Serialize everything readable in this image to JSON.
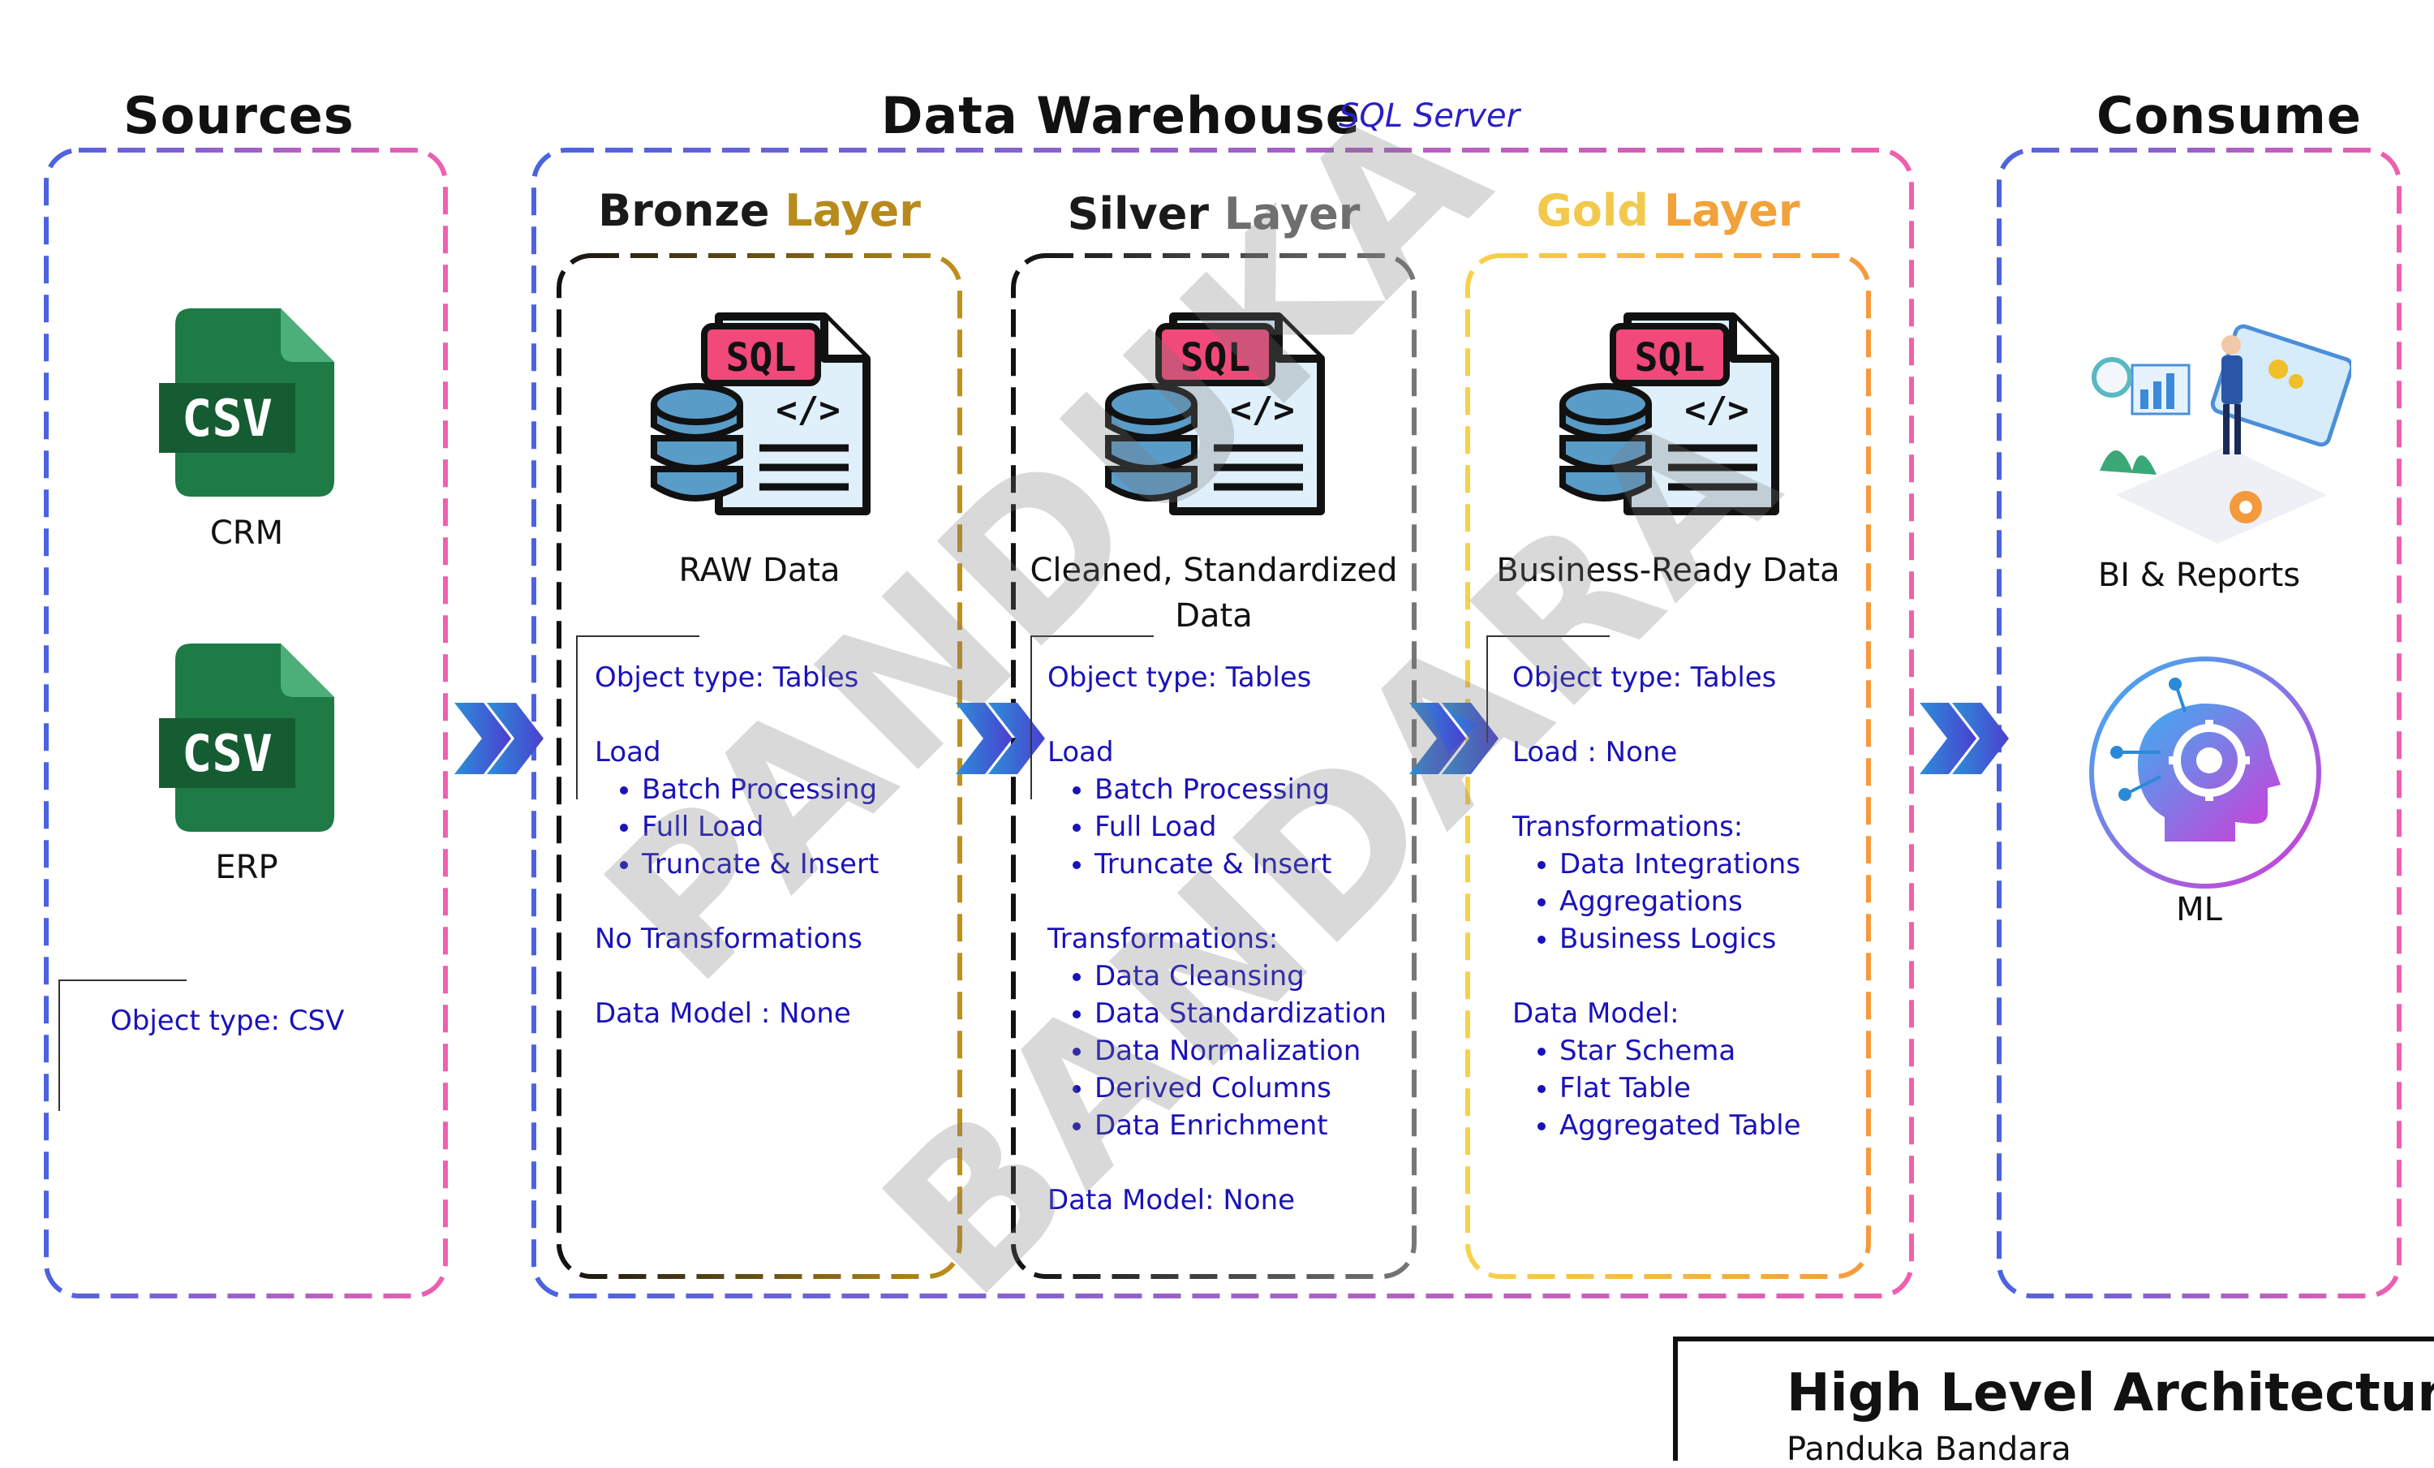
{
  "sources": {
    "title": "Sources",
    "items": [
      {
        "icon_text": "CSV",
        "label": "CRM"
      },
      {
        "icon_text": "CSV",
        "label": "ERP"
      }
    ],
    "object_type": "Object type: CSV"
  },
  "warehouse": {
    "title": "Data Warehouse",
    "subtitle": "SQL Server",
    "layers": [
      {
        "title_first": "Bronze",
        "title_second": "Layer",
        "sql_label": "SQL",
        "caption": "RAW Data",
        "object_type": "Object type: Tables",
        "load_heading": "Load",
        "load_items": [
          "Batch Processing",
          "Full Load",
          "Truncate & Insert"
        ],
        "transformations_heading": "No Transformations",
        "transformations_items": [],
        "data_model_heading": "Data Model : None",
        "data_model_items": []
      },
      {
        "title_first": "Silver",
        "title_second": "Layer",
        "sql_label": "SQL",
        "caption_line1": "Cleaned, Standardized",
        "caption_line2": "Data",
        "object_type": "Object type: Tables",
        "load_heading": "Load",
        "load_items": [
          "Batch Processing",
          "Full Load",
          "Truncate & Insert"
        ],
        "transformations_heading": "Transformations:",
        "transformations_items": [
          "Data Cleansing",
          "Data Standardization",
          "Data Normalization",
          "Derived Columns",
          "Data Enrichment"
        ],
        "data_model_heading": "Data Model: None",
        "data_model_items": []
      },
      {
        "title_first": "Gold",
        "title_second": "Layer",
        "sql_label": "SQL",
        "caption": "Business-Ready Data",
        "object_type": "Object type: Tables",
        "load_heading": "Load : None",
        "load_items": [],
        "transformations_heading": "Transformations:",
        "transformations_items": [
          "Data Integrations",
          "Aggregations",
          "Business Logics"
        ],
        "data_model_heading": "Data Model:",
        "data_model_items": [
          "Star Schema",
          "Flat Table",
          "Aggregated Table"
        ]
      }
    ]
  },
  "consume": {
    "title": "Consume",
    "items": [
      {
        "label": "BI & Reports",
        "icon": "bi-dashboard-icon"
      },
      {
        "label": "ML",
        "icon": "ml-brain-icon"
      }
    ]
  },
  "watermark": {
    "line1": "PANDUKA",
    "line2": "BANDARA"
  },
  "footer": {
    "title": "High Level Architecture",
    "author": "Panduka Bandara"
  },
  "colors": {
    "frame_blue": "#4b63e0",
    "frame_pink": "#f05fb0",
    "bronze": "#b88a1c",
    "silver": "#6e6e6e",
    "gold": "#f2b13a",
    "text_blue": "#1a12b8",
    "csv_green": "#1e7b45",
    "sql_pink": "#f0497a",
    "db_blue": "#5a9cc8"
  }
}
